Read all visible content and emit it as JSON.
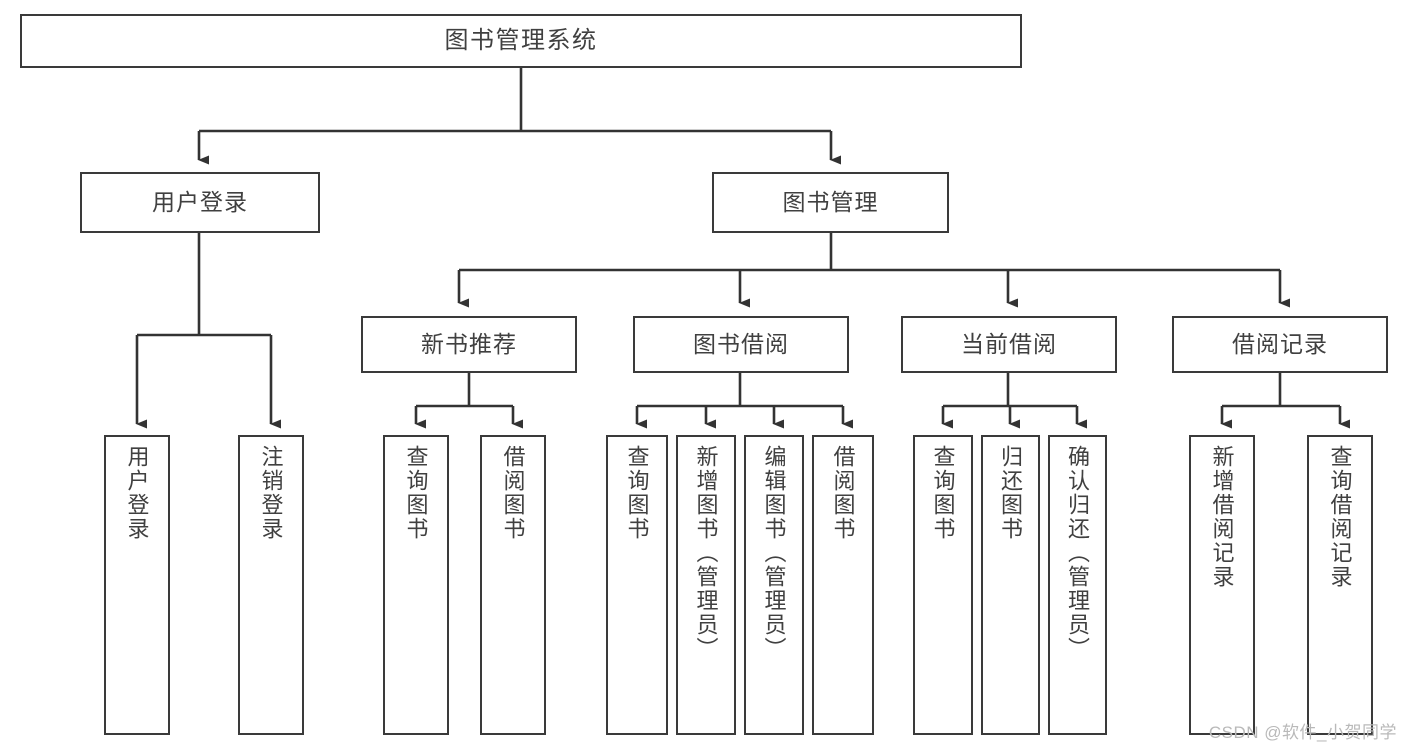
{
  "diagram": {
    "title": "图书管理系统",
    "type": "tree",
    "colors": {
      "box_border": "#3a3a3a",
      "box_fill": "#ffffff",
      "text": "#404040",
      "connector": "#333333",
      "watermark": "#b9b9b9",
      "background": "#ffffff"
    },
    "watermark": "CSDN @软件_小贺同学",
    "nodes": {
      "root": {
        "label": "图书管理系统",
        "level": 1
      },
      "level2": [
        {
          "id": "user-login",
          "label": "用户登录"
        },
        {
          "id": "book-manage",
          "label": "图书管理"
        }
      ],
      "level3": [
        {
          "id": "new-book-recommend",
          "label": "新书推荐",
          "parent": "book-manage"
        },
        {
          "id": "book-borrow",
          "label": "图书借阅",
          "parent": "book-manage"
        },
        {
          "id": "current-borrow",
          "label": "当前借阅",
          "parent": "book-manage"
        },
        {
          "id": "borrow-record",
          "label": "借阅记录",
          "parent": "book-manage"
        }
      ],
      "leaves": [
        {
          "id": "leaf-user-login",
          "label": "用户登录",
          "parent": "user-login"
        },
        {
          "id": "leaf-logout",
          "label": "注销登录",
          "parent": "user-login"
        },
        {
          "id": "leaf-query-book-1",
          "label": "查询图书",
          "parent": "new-book-recommend"
        },
        {
          "id": "leaf-borrow-book-1",
          "label": "借阅图书",
          "parent": "new-book-recommend"
        },
        {
          "id": "leaf-query-book-2",
          "label": "查询图书",
          "parent": "book-borrow"
        },
        {
          "id": "leaf-add-book",
          "label": "新增图书（管理员）",
          "parent": "book-borrow"
        },
        {
          "id": "leaf-edit-book",
          "label": "编辑图书（管理员）",
          "parent": "book-borrow"
        },
        {
          "id": "leaf-borrow-book-2",
          "label": "借阅图书",
          "parent": "book-borrow"
        },
        {
          "id": "leaf-query-book-3",
          "label": "查询图书",
          "parent": "current-borrow"
        },
        {
          "id": "leaf-return-book",
          "label": "归还图书",
          "parent": "current-borrow"
        },
        {
          "id": "leaf-confirm-return",
          "label": "确认归还（管理员）",
          "parent": "current-borrow"
        },
        {
          "id": "leaf-add-record",
          "label": "新增借阅记录",
          "parent": "borrow-record"
        },
        {
          "id": "leaf-query-record",
          "label": "查询借阅记录",
          "parent": "borrow-record"
        }
      ]
    }
  }
}
